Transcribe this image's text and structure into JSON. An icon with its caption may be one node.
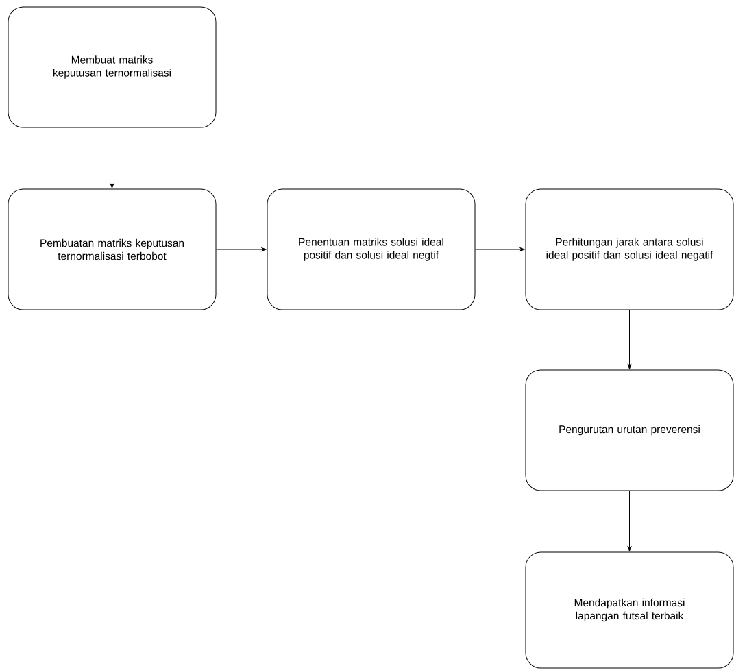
{
  "diagram": {
    "nodes": [
      {
        "text": [
          "Membuat matriks keputusan ternormalisasi"
        ]
      },
      {
        "text": [
          "Pembuatan matriks keputusan ternormalisasi terbobot"
        ]
      },
      {
        "text": [
          "Penentuan matriks solusi ideal positif dan solusi ideal negtif"
        ]
      },
      {
        "text": [
          "Perhitungan jarak antara solusi ideal positif dan solusi ideal negatif"
        ]
      },
      {
        "text": [
          "Pengurutan urutan preverensi"
        ]
      },
      {
        "text": [
          "Mendapatkan informasi lapangan futsal terbaik"
        ]
      }
    ],
    "edges": [
      {
        "from": 0,
        "to": 1,
        "arrow": "to"
      },
      {
        "from": 1,
        "to": 2,
        "arrow": "to"
      },
      {
        "from": 2,
        "to": 3,
        "arrow": "to"
      },
      {
        "from": 3,
        "to": 4,
        "arrow": "to"
      },
      {
        "from": 4,
        "to": 5,
        "arrow": "to"
      }
    ]
  }
}
